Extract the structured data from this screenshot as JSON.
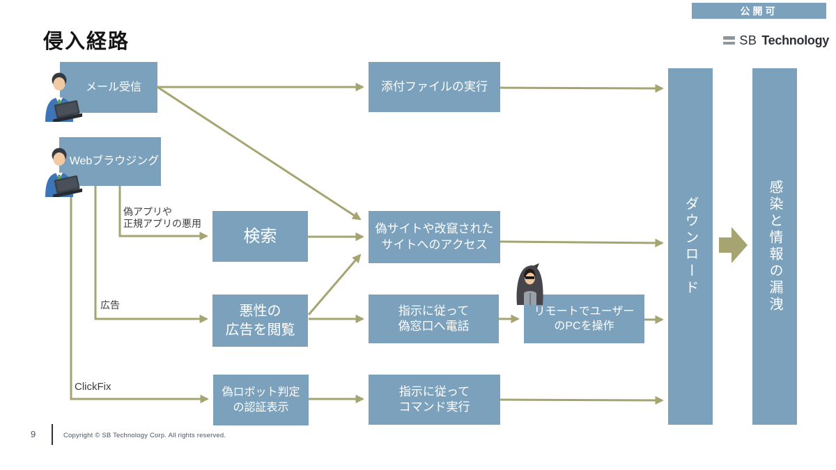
{
  "badge": {
    "label": "公開可"
  },
  "logo": {
    "sb": "SB",
    "technology": "Technology"
  },
  "title": "侵入経路",
  "boxes": {
    "mail": {
      "label": "メール受信"
    },
    "web": {
      "label": "Webブラウジング"
    },
    "attachment": {
      "label": "添付ファイルの実行"
    },
    "search": {
      "label": "検索"
    },
    "fake_site": {
      "line1": "偽サイトや改竄された",
      "line2": "サイトへのアクセス"
    },
    "malicious_ad": {
      "line1": "悪性の",
      "line2": "広告を閲覧"
    },
    "phone_support": {
      "line1": "指示に従って",
      "line2": "偽窓口へ電話"
    },
    "remote_control": {
      "line1": "リモートでユーザー",
      "line2": "のPCを操作"
    },
    "fake_robot": {
      "line1": "偽ロボット判定",
      "line2": "の認証表示"
    },
    "command_exec": {
      "line1": "指示に従って",
      "line2": "コマンド実行"
    },
    "download": {
      "label": "ダウンロード"
    },
    "infection": {
      "label": "感染と情報の漏洩"
    }
  },
  "edge_labels": {
    "fake_app_line1": "偽アプリや",
    "fake_app_line2": "正規アプリの悪用",
    "ad": "広告",
    "clickfix": "ClickFix"
  },
  "icons": {
    "user": "user-laptop-icon",
    "attacker": "attacker-hoodie-icon",
    "big_arrow": "big-right-arrow-icon",
    "logo_bars": "softbank-bars-icon"
  },
  "footer": {
    "page": "9",
    "copyright": "Copyright © SB Technology Corp. All rights reserved."
  },
  "colors": {
    "box": "#7ba1bd",
    "arrow": "#a6a571",
    "box_text": "#ffffff",
    "label_text": "#3c3c3c",
    "footer_text": "#44546a"
  }
}
